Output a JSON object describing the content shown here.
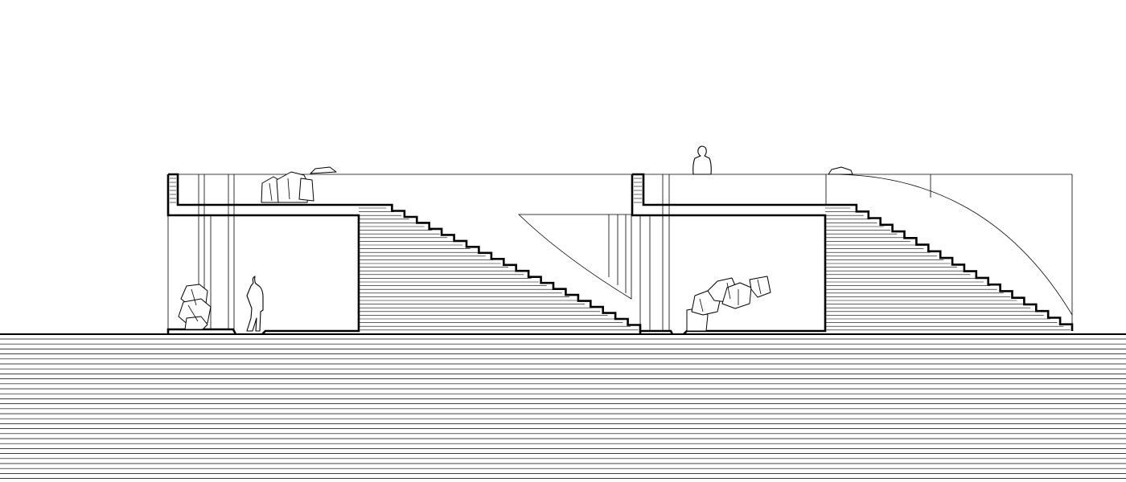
{
  "drawing": {
    "type": "architectural-section",
    "line_color": "#000000",
    "background": "#ffffff",
    "modules": [
      {
        "name": "left-module",
        "contents": [
          "sculpture-rocks",
          "standing-person",
          "roof-rocks",
          "stair-ramp"
        ]
      },
      {
        "name": "right-module",
        "contents": [
          "sculpture-rocks",
          "roof-person",
          "arched-canopy",
          "stair-ramp"
        ]
      }
    ]
  }
}
